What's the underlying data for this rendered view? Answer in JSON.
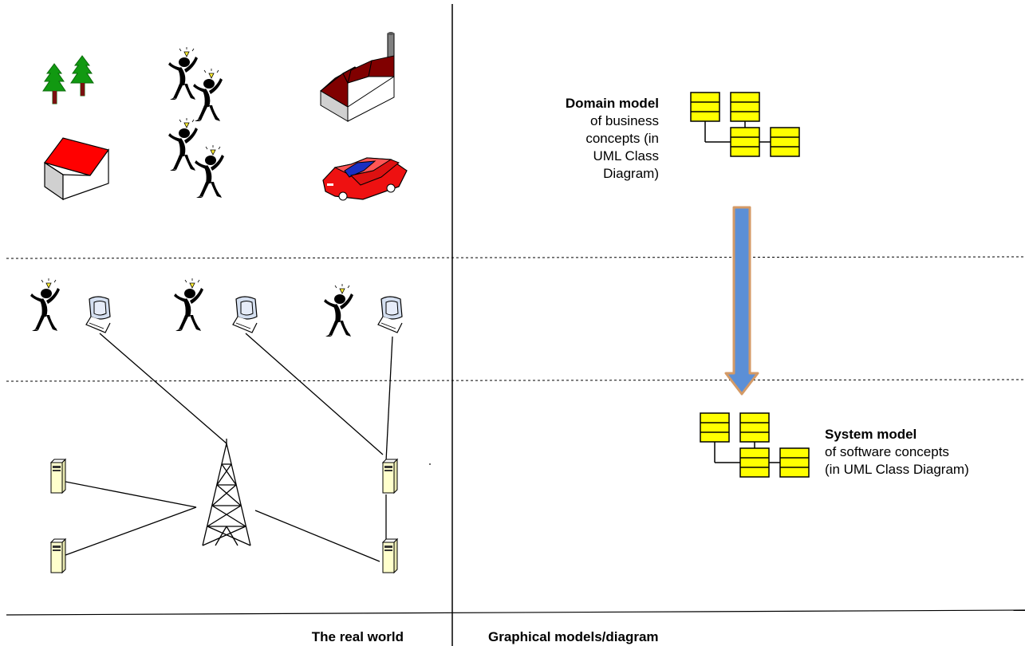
{
  "domain_model": {
    "title": "Domain model",
    "lines": [
      "of business",
      "concepts (in",
      "UML Class",
      "Diagram)"
    ]
  },
  "system_model": {
    "title": "System model",
    "lines": [
      "of software concepts",
      "(in UML Class Diagram)"
    ]
  },
  "footer": {
    "left_label": "The real world",
    "right_label": "Graphical models/diagram"
  },
  "icons": [
    "tree-icon",
    "person-icon",
    "factory-icon",
    "house-icon",
    "car-icon",
    "computer-icon",
    "server-icon",
    "radio-tower-icon",
    "class-diagram-icon"
  ],
  "colors": {
    "uml_class_fill": "#ffff00",
    "arrow_fill": "#5b8fd6",
    "arrow_outline": "#d49a66",
    "house_roof": "#ff0000",
    "factory_roof": "#800000",
    "car_body": "#ee1111",
    "car_window": "#1a2fc0",
    "tree": "#119911",
    "server_fill": "#ffffcc"
  }
}
